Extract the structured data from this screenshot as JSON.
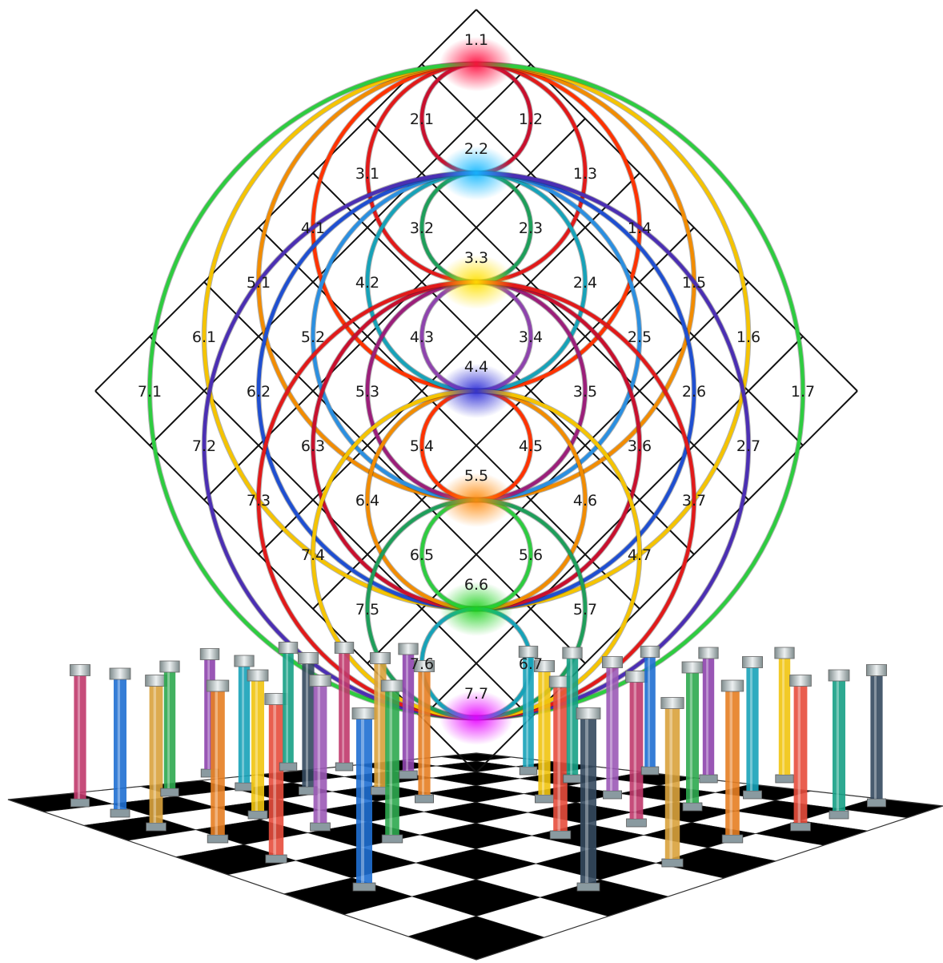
{
  "diagram": {
    "labels": [
      "1.1",
      "1.2",
      "1.3",
      "1.4",
      "1.5",
      "1.6",
      "1.7",
      "2.1",
      "2.2",
      "2.3",
      "2.4",
      "2.5",
      "2.6",
      "2.7",
      "3.1",
      "3.2",
      "3.3",
      "3.4",
      "3.5",
      "3.6",
      "3.7",
      "4.1",
      "4.2",
      "4.3",
      "4.4",
      "4.5",
      "4.6",
      "4.7",
      "5.1",
      "5.2",
      "5.3",
      "5.4",
      "5.5",
      "5.6",
      "5.7",
      "6.1",
      "6.2",
      "6.3",
      "6.4",
      "6.5",
      "6.6",
      "6.7",
      "7.1",
      "7.2",
      "7.3",
      "7.4",
      "7.5",
      "7.6",
      "7.7"
    ],
    "node_colors": {
      "1.1": "#ff0a3c",
      "2.2": "#14b8ff",
      "3.3": "#ffe100",
      "4.4": "#2a2ad6",
      "5.5": "#ff8a0a",
      "6.6": "#1ed11e",
      "7.7": "#e600ff"
    },
    "ring_colors": [
      "#c8102e",
      "#e11a1a",
      "#ff3300",
      "#f28c00",
      "#f5c400",
      "#2ecc40",
      "#1e9e5a",
      "#17a2b8",
      "#2b8fe0",
      "#1f4fd1",
      "#4b2fb3",
      "#8e44ad",
      "#9b1f7a"
    ],
    "floor_colors": {
      "dark": "#000000",
      "light": "#ffffff"
    },
    "pillar_colors": [
      "#c0396b",
      "#1f6fd1",
      "#d9a23c",
      "#2ea84f",
      "#8e44ad",
      "#e67e22",
      "#17a2b8",
      "#f1c40f",
      "#e74c3c",
      "#16a085",
      "#34495e",
      "#9b59b6"
    ]
  }
}
